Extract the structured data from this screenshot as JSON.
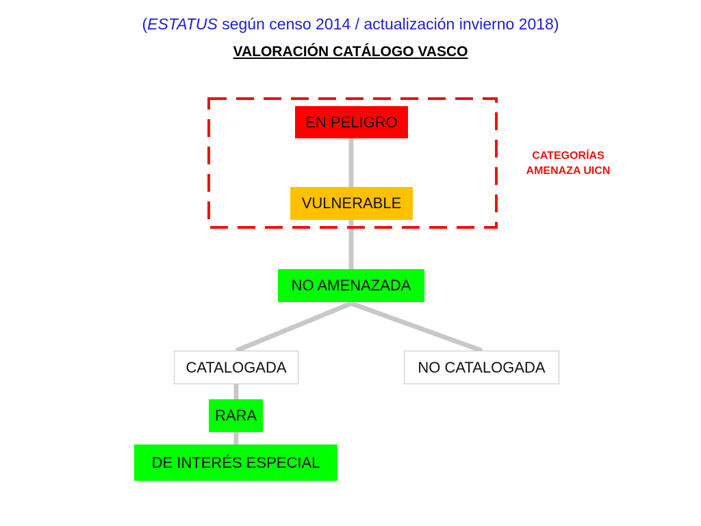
{
  "header": {
    "subtitle_open": "(",
    "subtitle_italic": "ESTATUS",
    "subtitle_rest": " según censo 2014 / actualización invierno 2018)",
    "title": "VALORACIÓN CATÁLOGO VASCO"
  },
  "uicn_group": {
    "label_line1": "CATEGORÍAS",
    "label_line2": "AMENAZA UICN"
  },
  "nodes": {
    "en_peligro": "EN PELIGRO",
    "vulnerable": "VULNERABLE",
    "no_amenazada": "NO AMENAZADA",
    "catalogada": "CATALOGADA",
    "no_catalogada": "NO CATALOGADA",
    "rara": "RARA",
    "de_interes_especial": "DE INTERÉS ESPECIAL"
  },
  "colors": {
    "en_peligro": "#ff0000",
    "vulnerable": "#ffc000",
    "no_amenazada": "#00ff00",
    "rara": "#00ff00",
    "de_interes_especial": "#00ff00",
    "connector": "#c8c8c8",
    "dashed_border": "#ee1111",
    "subtitle": "#1f1fcf"
  }
}
